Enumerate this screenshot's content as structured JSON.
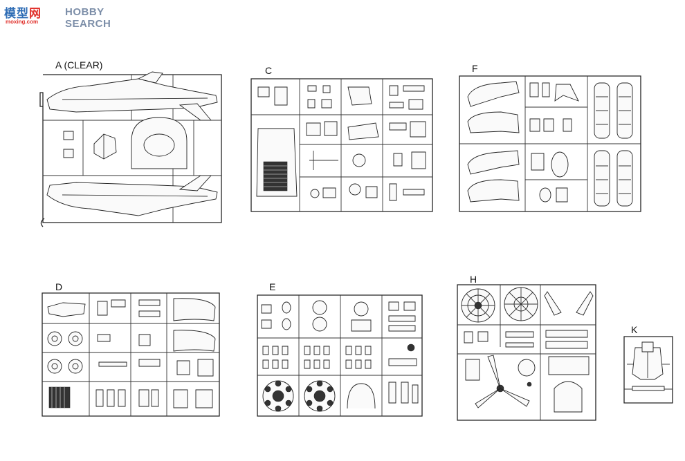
{
  "watermark": {
    "logo": "模型网",
    "logo_red": "网",
    "logo_blue": "模型",
    "wordmark": "HOBBY SEARCH",
    "url": "moxing.com"
  },
  "sprues": [
    {
      "label": "A (CLEAR)"
    },
    {
      "label": "C"
    },
    {
      "label": "F"
    },
    {
      "label": "D"
    },
    {
      "label": "E"
    },
    {
      "label": "H"
    },
    {
      "label": "K"
    }
  ]
}
